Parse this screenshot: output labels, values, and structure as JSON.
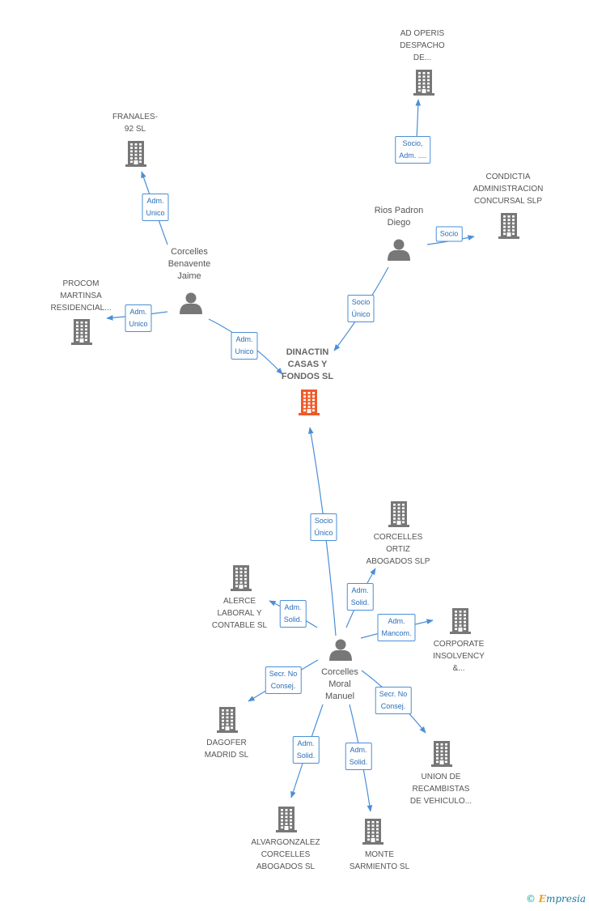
{
  "colors": {
    "edge": "#4a8fd6",
    "company": "#777777",
    "main_company": "#f05a28",
    "person": "#777777"
  },
  "nodes": [
    {
      "id": "main",
      "kind": "company",
      "main": true,
      "label": "DINACTIN\nCASAS Y\nFONDOS SL",
      "icon": "building-icon"
    },
    {
      "id": "ad_operis",
      "kind": "company",
      "label": "AD OPERIS\nDESPACHO\nDE...",
      "icon": "building-icon"
    },
    {
      "id": "franales",
      "kind": "company",
      "label": "FRANALES-\n92 SL",
      "icon": "building-icon"
    },
    {
      "id": "condictia",
      "kind": "company",
      "label": "CONDICTIA\nADMINISTRACION\nCONCURSAL SLP",
      "icon": "building-icon"
    },
    {
      "id": "procom",
      "kind": "company",
      "label": "PROCOM\nMARTINSA\nRESIDENCIAL...",
      "icon": "building-icon"
    },
    {
      "id": "rios",
      "kind": "person",
      "label": "Rios Padron\nDiego",
      "icon": "person-icon"
    },
    {
      "id": "corcelles_jaime",
      "kind": "person",
      "label": "Corcelles\nBenavente\nJaime",
      "icon": "person-icon"
    },
    {
      "id": "corcelles_ortiz",
      "kind": "company",
      "label": "CORCELLES\nORTIZ\nABOGADOS  SLP",
      "icon": "building-icon"
    },
    {
      "id": "alerce",
      "kind": "company",
      "label": "ALERCE\nLABORAL Y\nCONTABLE  SL",
      "icon": "building-icon"
    },
    {
      "id": "corporate",
      "kind": "company",
      "label": "CORPORATE\nINSOLVENCY\n&...",
      "icon": "building-icon"
    },
    {
      "id": "corcelles_manuel",
      "kind": "person",
      "label": "Corcelles\nMoral\nManuel",
      "icon": "person-icon"
    },
    {
      "id": "dagofer",
      "kind": "company",
      "label": "DAGOFER\nMADRID SL",
      "icon": "building-icon"
    },
    {
      "id": "union",
      "kind": "company",
      "label": "UNION DE\nRECAMBISTAS\nDE VEHICULO...",
      "icon": "building-icon"
    },
    {
      "id": "alvargonzalez",
      "kind": "company",
      "label": "ALVARGONZALEZ\nCORCELLES\nABOGADOS SL",
      "icon": "building-icon"
    },
    {
      "id": "monte",
      "kind": "company",
      "label": "MONTE\nSARMIENTO SL",
      "icon": "building-icon"
    }
  ],
  "edges": [
    {
      "from": "rios",
      "to": "ad_operis",
      "label": "Socio,\nAdm. ...."
    },
    {
      "from": "rios",
      "to": "condictia",
      "label": "Socio"
    },
    {
      "from": "rios",
      "to": "main",
      "label": "Socio\nÚnico"
    },
    {
      "from": "corcelles_jaime",
      "to": "franales",
      "label": "Adm.\nUnico"
    },
    {
      "from": "corcelles_jaime",
      "to": "procom",
      "label": "Adm.\nUnico"
    },
    {
      "from": "corcelles_jaime",
      "to": "main",
      "label": "Adm.\nUnico"
    },
    {
      "from": "corcelles_manuel",
      "to": "main",
      "label": "Socio\nÚnico"
    },
    {
      "from": "corcelles_manuel",
      "to": "corcelles_ortiz",
      "label": "Adm.\nSolid."
    },
    {
      "from": "corcelles_manuel",
      "to": "alerce",
      "label": "Adm.\nSolid."
    },
    {
      "from": "corcelles_manuel",
      "to": "corporate",
      "label": "Adm.\nMancom."
    },
    {
      "from": "corcelles_manuel",
      "to": "dagofer",
      "label": "Secr.  No\nConsej."
    },
    {
      "from": "corcelles_manuel",
      "to": "union",
      "label": "Secr.  No\nConsej."
    },
    {
      "from": "corcelles_manuel",
      "to": "alvargonzalez",
      "label": "Adm.\nSolid."
    },
    {
      "from": "corcelles_manuel",
      "to": "monte",
      "label": "Adm.\nSolid."
    }
  ],
  "footer": {
    "copyright": "©",
    "brand_first": "E",
    "brand_rest": "mpresia"
  }
}
